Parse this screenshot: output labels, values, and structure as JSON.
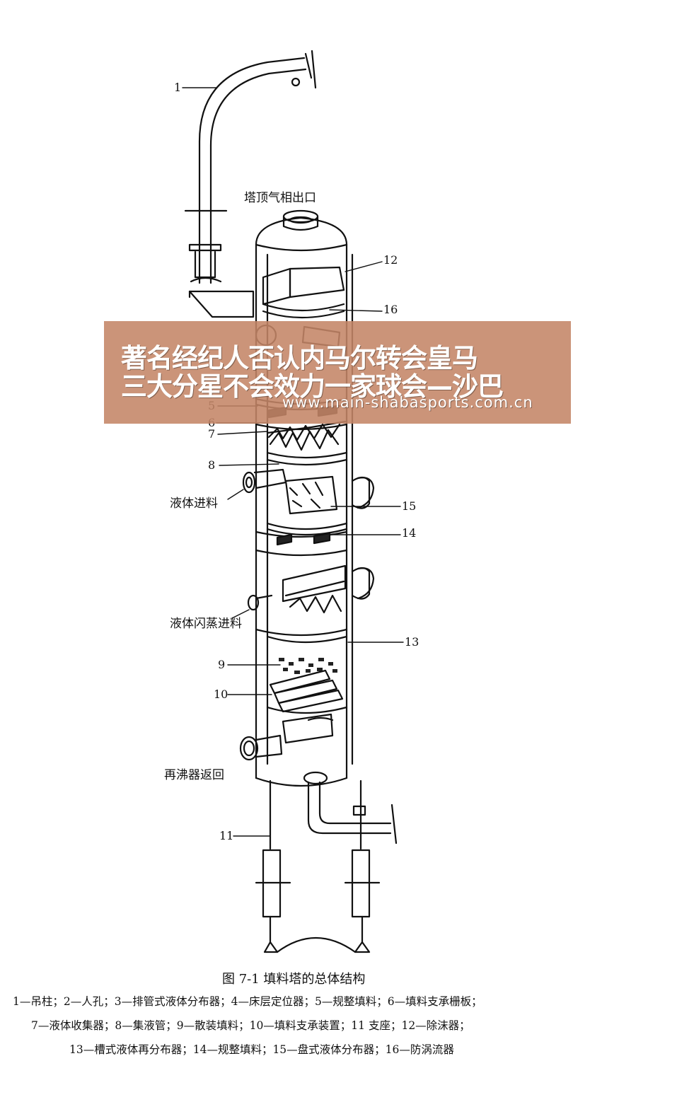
{
  "labels": {
    "top_outlet": "塔顶气相出口",
    "liquid_feed": "液体进料",
    "flash_feed": "液体闪蒸进料",
    "reboiler_return": "再沸器返回"
  },
  "numbers": {
    "n1": "1",
    "n5": "5",
    "n6": "6",
    "n7": "7",
    "n8": "8",
    "n9": "9",
    "n10": "10",
    "n11": "11",
    "n12": "12",
    "n13": "13",
    "n14": "14",
    "n15": "15",
    "n16": "16"
  },
  "caption": {
    "title": "图 7-1    填料塔的总体结构",
    "line1": "1—吊柱；2—人孔；3—排管式液体分布器；4—床层定位器；5—规整填料；6—填料支承栅板；",
    "line2": "7—液体收集器；8—集液管；9—散装填料；10—填料支承装置；11  支座；12—除沫器；",
    "line3": "13—槽式液体再分布器；14—规整填料；15—盘式液体分布器；16—防涡流器"
  },
  "watermark": {
    "line1": "著名经纪人否认内马尔转会皇马",
    "line2": "三大分星不会效力一家球会—沙巴",
    "url": "www.main-shabasports.com.cn"
  },
  "colors": {
    "banner": "#c48566",
    "ink": "#111111"
  }
}
